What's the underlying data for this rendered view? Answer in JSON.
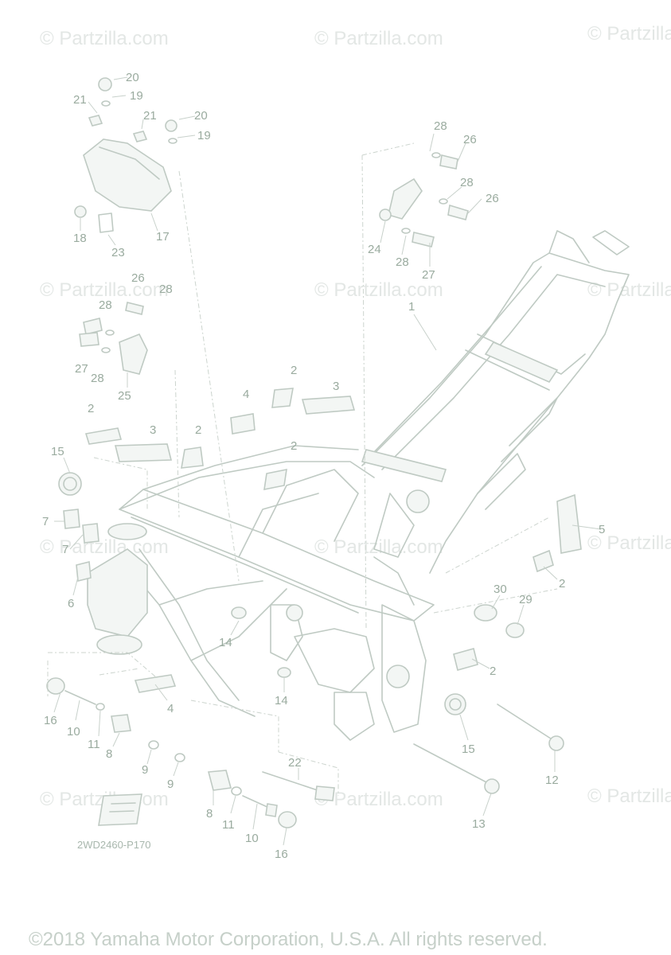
{
  "watermark": {
    "text": "© Partzilla.com"
  },
  "diagram_code": "2WD2460-P170",
  "copyright": "©2018 Yamaha Motor Corporation, U.S.A. All rights reserved.",
  "callouts": [
    "1",
    "2",
    "3",
    "4",
    "5",
    "6",
    "7",
    "8",
    "9",
    "10",
    "11",
    "12",
    "13",
    "14",
    "15",
    "16",
    "17",
    "18",
    "19",
    "20",
    "21",
    "22",
    "23",
    "24",
    "25",
    "26",
    "27",
    "28",
    "29",
    "30"
  ]
}
